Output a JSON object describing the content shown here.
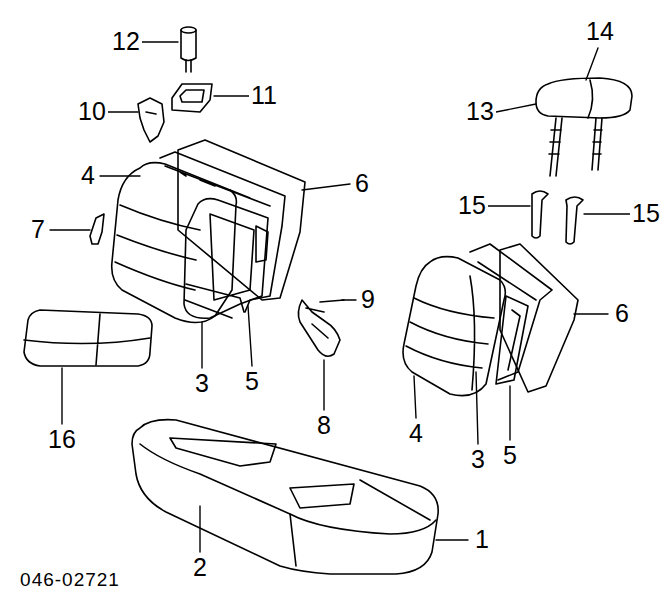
{
  "diagram": {
    "labels": [
      "12",
      "14",
      "10",
      "11",
      "13",
      "4",
      "6",
      "15",
      "15",
      "7",
      "9",
      "6",
      "3",
      "5",
      "8",
      "4",
      "3",
      "5",
      "16",
      "1",
      "2",
      "046-02721"
    ]
  }
}
